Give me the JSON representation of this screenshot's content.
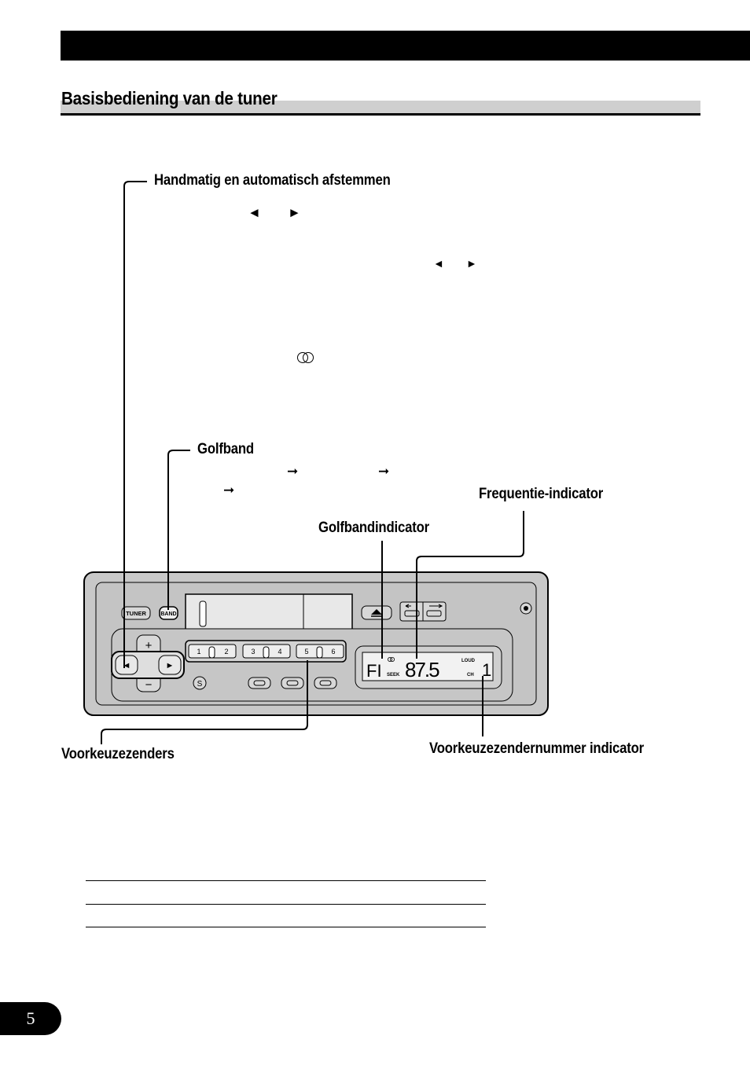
{
  "header": {
    "section_title": "Basisbediening van de tuner"
  },
  "callouts": {
    "manual_auto_tuning": "Handmatig en automatisch afstemmen",
    "band": "Golfband",
    "frequency_indicator": "Frequentie-indicator",
    "band_indicator": "Golfbandindicator",
    "presets": "Voorkeuzezenders",
    "preset_number_indicator": "Voorkeuzezendernummer indicator"
  },
  "glyphs": {
    "left_triangle": "◄",
    "right_triangle": "►",
    "arrow_right": "➞"
  },
  "device": {
    "tuner_button": "TUNER",
    "band_button": "BAND",
    "plus": "+",
    "minus": "−",
    "left": "◄",
    "right": "►",
    "preset_pairs": [
      {
        "a": "1",
        "b": "2"
      },
      {
        "a": "3",
        "b": "4"
      },
      {
        "a": "5",
        "b": "6"
      }
    ],
    "s_button": "S",
    "display": {
      "band": "FI",
      "seek": "SEEK",
      "frequency": "87.5",
      "loud": "LOUD",
      "ch": "CH",
      "preset": "1"
    }
  },
  "page_number": "5"
}
